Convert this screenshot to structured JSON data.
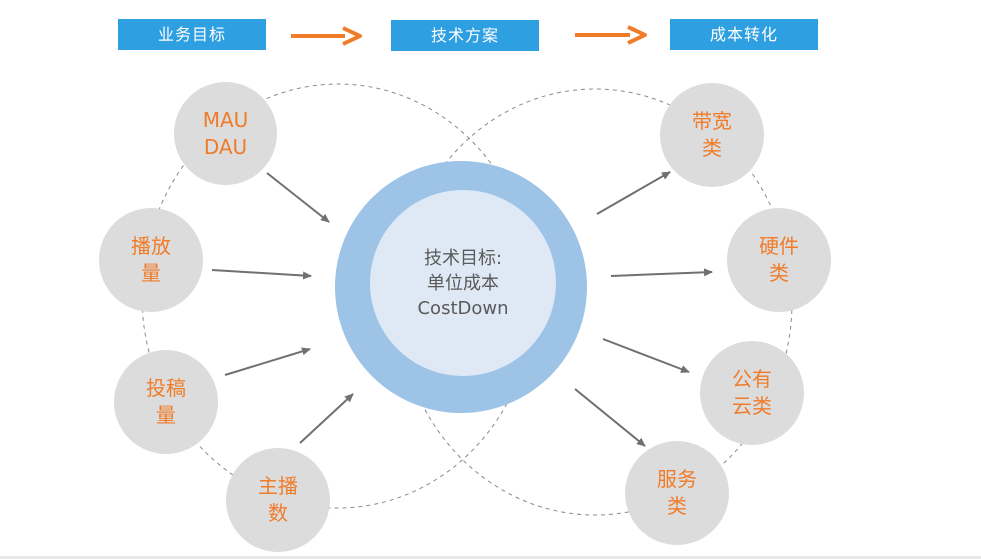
{
  "header": {
    "business_goal": "业务目标",
    "tech_plan": "技术方案",
    "cost_conversion": "成本转化"
  },
  "center": {
    "line1": "技术目标:",
    "line2": "单位成本",
    "line3": "CostDown"
  },
  "metrics": {
    "mau_dau": [
      "MAU",
      "DAU"
    ],
    "plays": [
      "播放",
      "量"
    ],
    "uploads": [
      "投稿",
      "量"
    ],
    "anchors": [
      "主播",
      "数"
    ]
  },
  "costs": {
    "bandwidth": [
      "带宽",
      "类"
    ],
    "hardware": [
      "硬件",
      "类"
    ],
    "public_cloud": [
      "公有",
      "云类"
    ],
    "services": [
      "服务",
      "类"
    ]
  },
  "colors": {
    "header_box": "#2e9fe0",
    "flow_arrow": "#f07c2a",
    "node_fill": "#dcdcdc",
    "node_text": "#f07c2a",
    "center_ring": "#9dc3e6",
    "center_fill": "#dfe9f5",
    "connector": "#707070"
  }
}
